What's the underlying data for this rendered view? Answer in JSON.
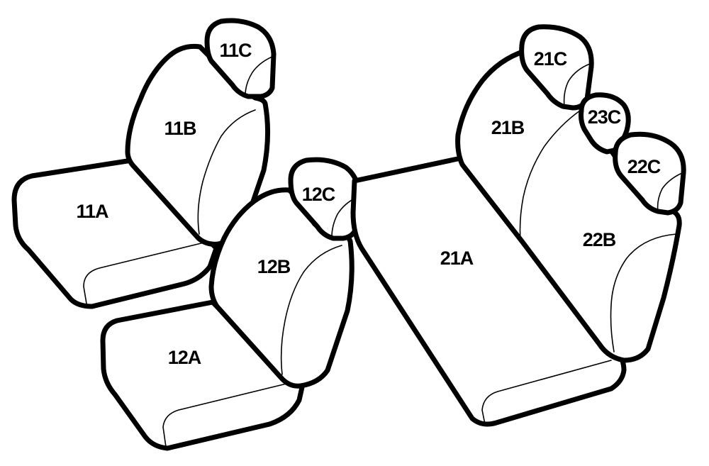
{
  "parts": {
    "p11C": "11C",
    "p11B": "11B",
    "p11A": "11A",
    "p12C": "12C",
    "p12B": "12B",
    "p12A": "12A",
    "p21C": "21C",
    "p23C": "23C",
    "p22C": "22C",
    "p21B": "21B",
    "p22B": "22B",
    "p21A": "21A"
  },
  "colors": {
    "line": "#000000",
    "background": "#ffffff"
  }
}
